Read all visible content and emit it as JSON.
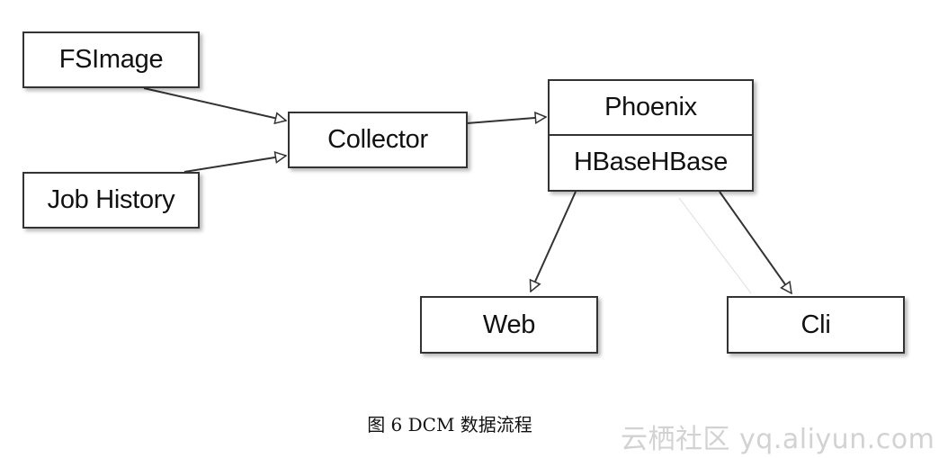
{
  "nodes": {
    "fsimage": "FSImage",
    "job_history": "Job History",
    "collector": "Collector",
    "phoenix": "Phoenix",
    "hbase": "HBaseHBase",
    "web": "Web",
    "cli": "Cli"
  },
  "edges": [
    {
      "from": "FSImage",
      "to": "Collector"
    },
    {
      "from": "Job History",
      "to": "Collector"
    },
    {
      "from": "Collector",
      "to": "Phoenix"
    },
    {
      "from": "HBaseHBase",
      "to": "Web"
    },
    {
      "from": "HBaseHBase",
      "to": "Cli"
    }
  ],
  "caption": "图 6 DCM 数据流程",
  "watermark": "云栖社区 yq.aliyun.com",
  "colors": {
    "border": "#333333",
    "text": "#111111",
    "watermark": "#d2d2d2"
  }
}
